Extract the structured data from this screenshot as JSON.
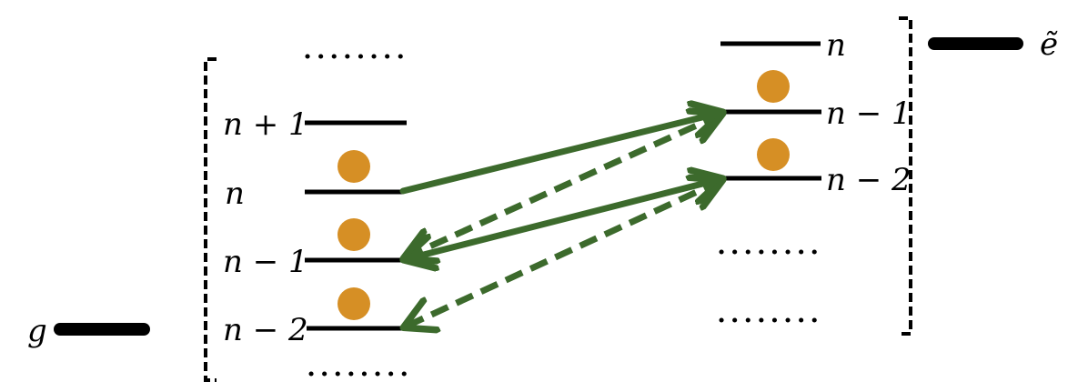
{
  "colors": {
    "line": "#000000",
    "dot": "#D68F25",
    "arrow": "#3C6A2C",
    "background": "#FFFFFF"
  },
  "ground": {
    "symbol": "g",
    "levels": [
      {
        "label": "n + 1",
        "occupied": false
      },
      {
        "label": "n",
        "occupied": true
      },
      {
        "label": "n − 1",
        "occupied": true
      },
      {
        "label": "n − 2",
        "occupied": true
      }
    ]
  },
  "excited": {
    "symbol": "ẽ",
    "levels": [
      {
        "label": "n",
        "occupied": false
      },
      {
        "label": "n − 1",
        "occupied": true
      },
      {
        "label": "n − 2",
        "occupied": true
      }
    ]
  },
  "transitions": [
    {
      "from": "g:n",
      "to": "e:n-1",
      "style": "solid",
      "heads": "end"
    },
    {
      "from": "g:n-1",
      "to": "e:n-2",
      "style": "solid",
      "heads": "both"
    },
    {
      "from": "e:n-1",
      "to": "g:n-1",
      "style": "dashed",
      "heads": "both"
    },
    {
      "from": "e:n-2",
      "to": "g:n-2",
      "style": "dashed",
      "heads": "both"
    }
  ]
}
